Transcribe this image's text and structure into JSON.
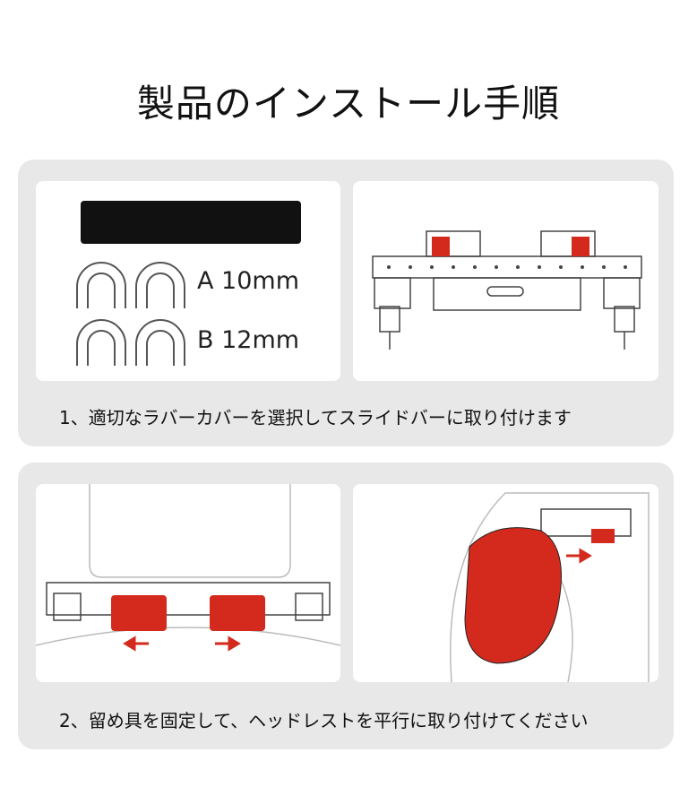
{
  "title": "製品のインストール手順",
  "step1": {
    "caption": "1、適切なラバーカバーを選択してスライドバーに取り付けます",
    "options": [
      {
        "label": "A 10mm"
      },
      {
        "label": "B 12mm"
      }
    ]
  },
  "step2": {
    "caption": "2、留め具を固定して、ヘッドレストを平行に取り付けてください"
  },
  "colors": {
    "accent": "#d42a1e",
    "panel": "#e8e8e8"
  }
}
